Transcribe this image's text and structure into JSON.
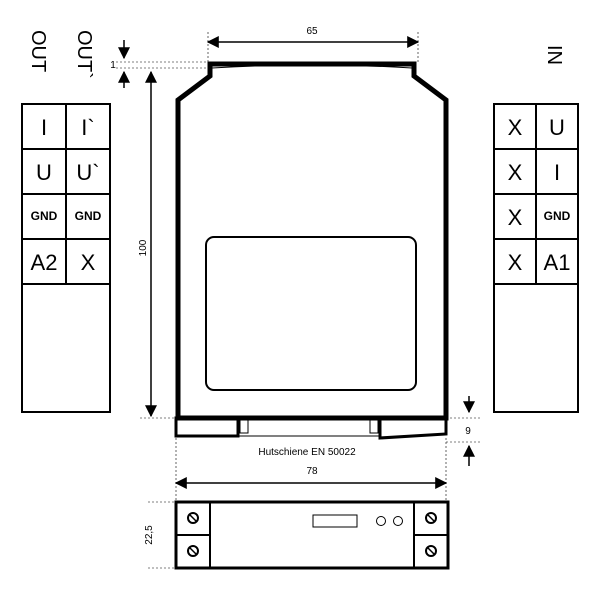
{
  "header_labels": {
    "out": "OUT",
    "out_prime": "OUT`",
    "in": "IN"
  },
  "left_terminals": {
    "col1": [
      "I",
      "U",
      "GND",
      "A2"
    ],
    "col2": [
      "I`",
      "U`",
      "GND",
      "X"
    ]
  },
  "right_terminals": {
    "col1": [
      "X",
      "X",
      "X",
      "X"
    ],
    "col2": [
      "U",
      "I",
      "GND",
      "A1"
    ]
  },
  "dimensions": {
    "top_width": "65",
    "height": "100",
    "top_gap": "1",
    "rail_height": "9",
    "base_width": "78",
    "bottom_height": "22,5"
  },
  "rail_label": "Hutschiene EN 50022",
  "colors": {
    "line": "#000000",
    "background": "#ffffff"
  }
}
